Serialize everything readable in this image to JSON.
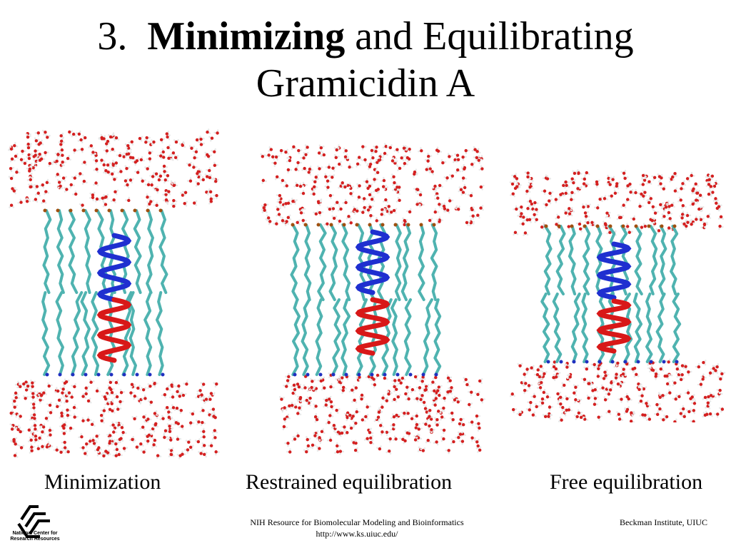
{
  "slide": {
    "title_number": "3.",
    "title_bold": "Minimizing",
    "title_rest": "and Equilibrating",
    "title_line2": "Gramicidin A"
  },
  "panels": [
    {
      "caption": "Minimization"
    },
    {
      "caption": "Restrained equilibration"
    },
    {
      "caption": "Free equilibration"
    }
  ],
  "footer": {
    "center_line1": "NIH Resource for Biomolecular Modeling and Bioinformatics",
    "center_line2": "http://www.ks.uiuc.edu/",
    "right": "Beckman Institute, UIUC",
    "logo_text": "National Center for Research Resources"
  },
  "colors": {
    "water_oxygen": "#d42020",
    "water_hydrogen": "#e8e8e8",
    "lipid": "#4fb3b0",
    "helix_top": "#1f2fd0",
    "helix_bottom": "#d81818",
    "nitrogen": "#2030c0",
    "phosphate": "#a05010"
  }
}
